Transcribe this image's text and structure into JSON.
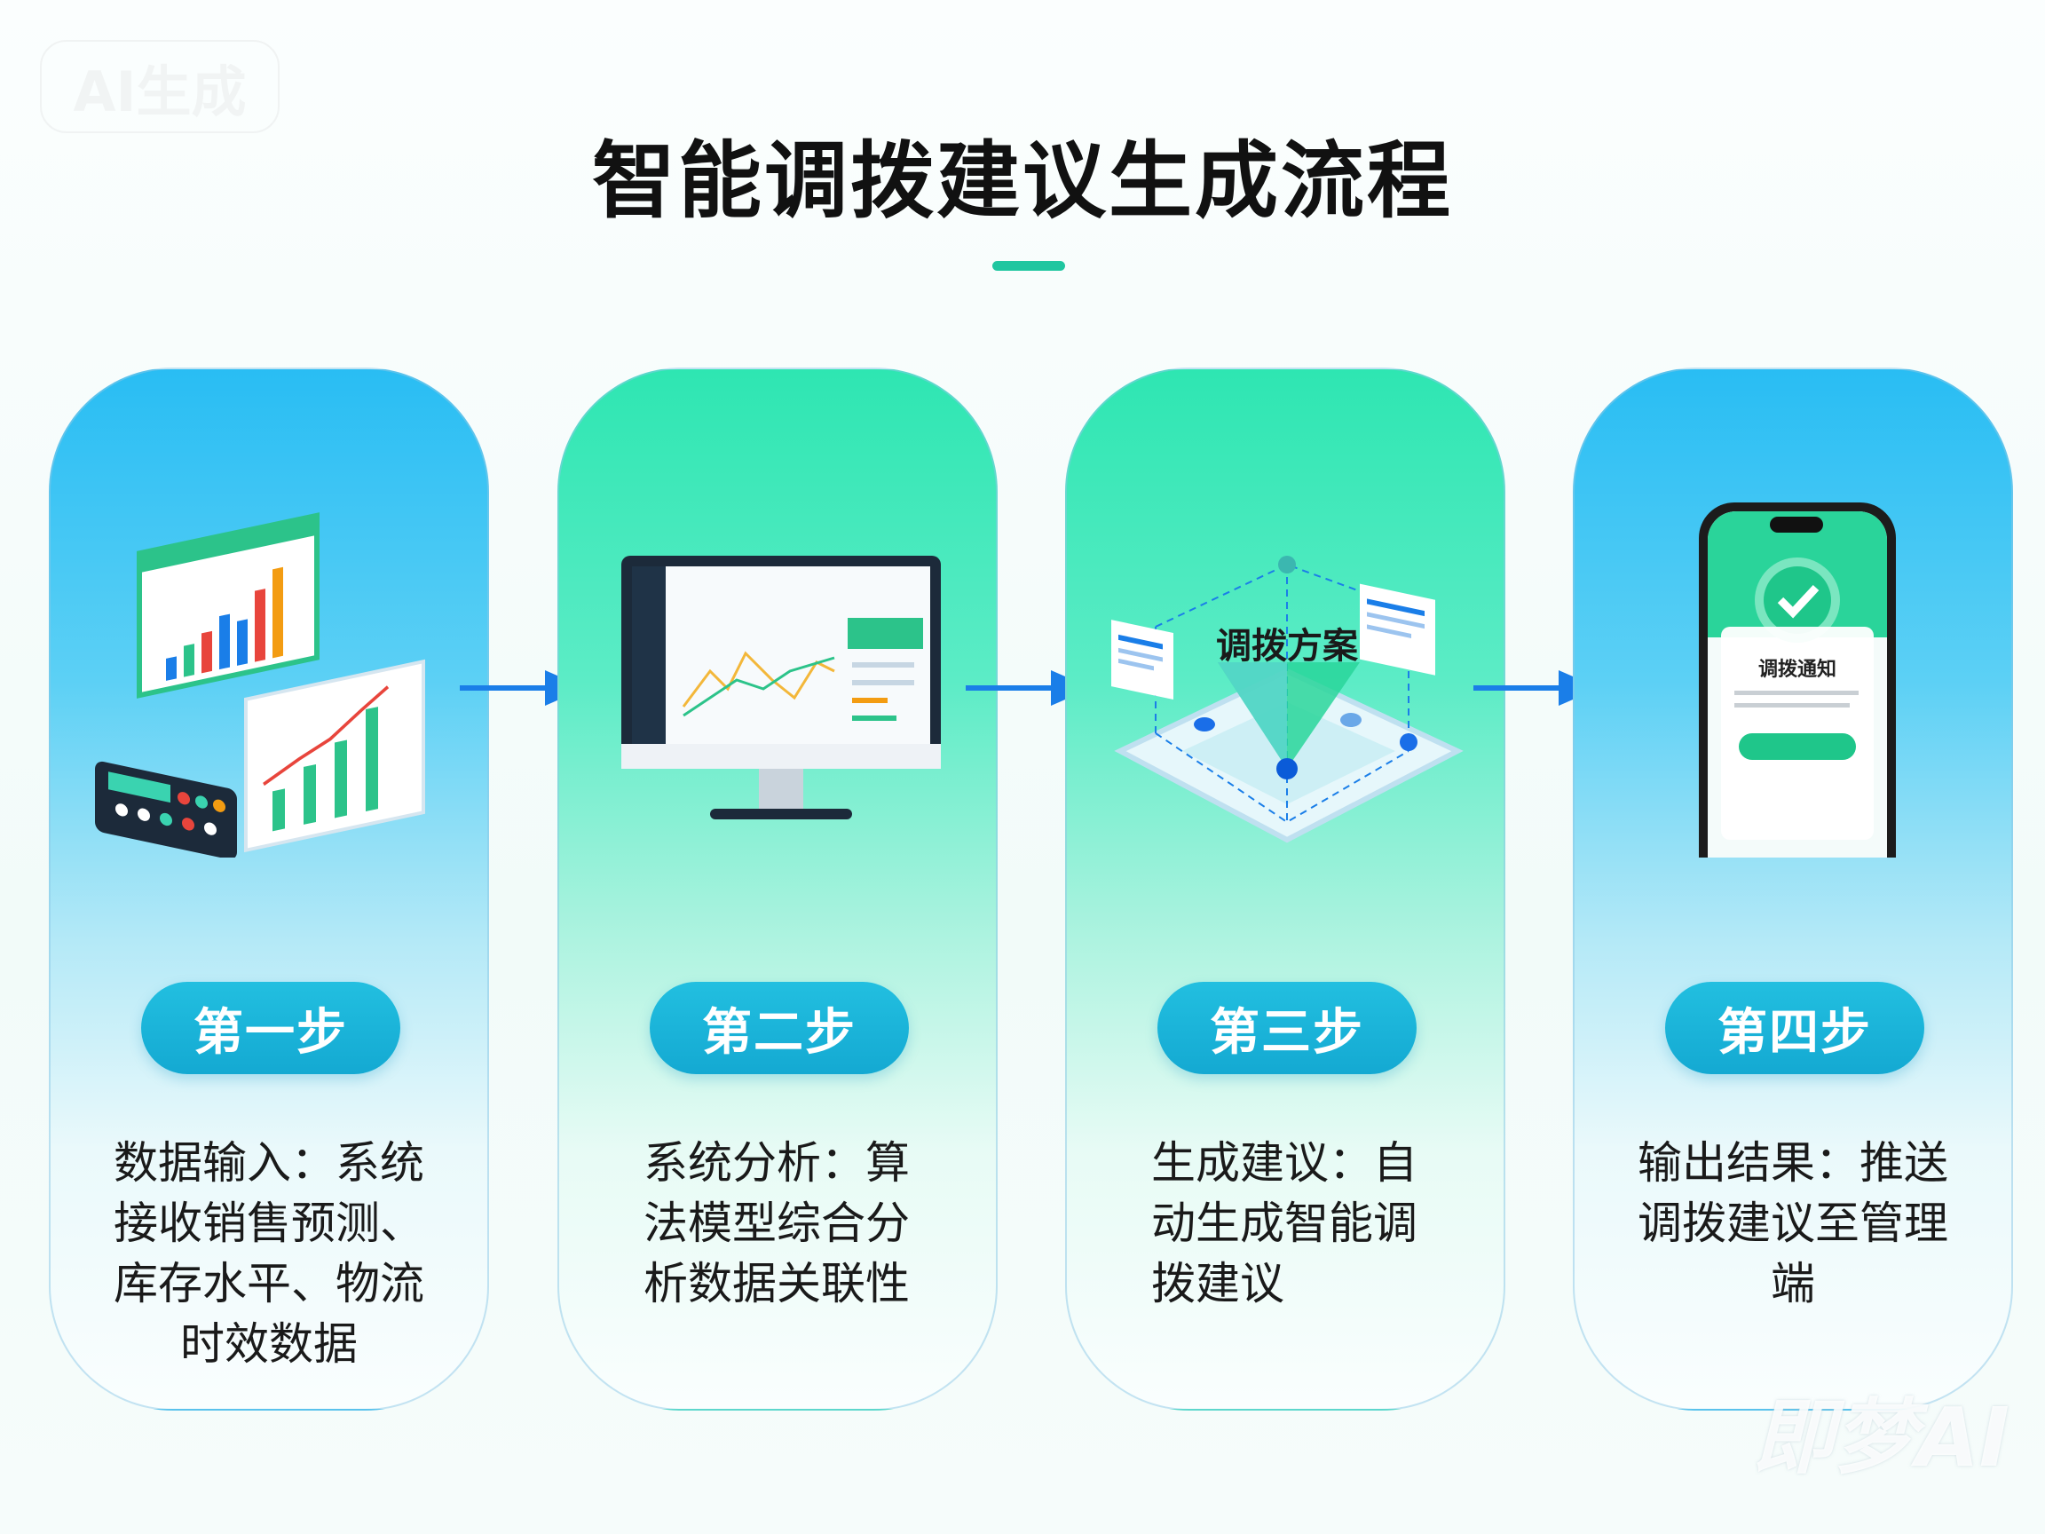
{
  "badge": "AI生成",
  "title": "智能调拨建议生成流程",
  "colors": {
    "accent": "#20c6a0",
    "arrow": "#1a7ee8",
    "pill": "#14a9d2"
  },
  "steps": [
    {
      "label": "第一步",
      "desc": "数据输入：系统接收销售预测、库存水平、物流时效数据",
      "icon": "charts-calculator-icon"
    },
    {
      "label": "第二步",
      "desc": "系统分析：算法模型综合分析数据关联性",
      "icon": "monitor-dashboard-icon"
    },
    {
      "label": "第三步",
      "desc": "生成建议：自动生成智能调拨建议",
      "icon": "allocation-plan-icon",
      "illus_text": "调拨方案"
    },
    {
      "label": "第四步",
      "desc": "输出结果：推送调拨建议至管理端",
      "icon": "phone-notification-icon",
      "illus_text": "调拨通知"
    }
  ],
  "watermark": "即梦AI"
}
